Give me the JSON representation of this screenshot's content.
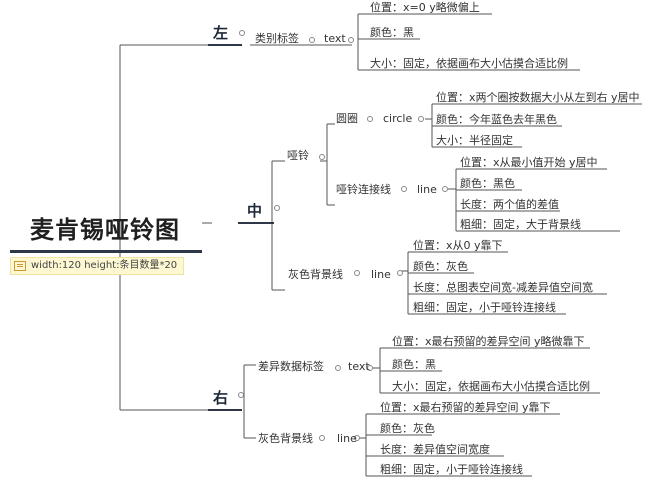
{
  "root": {
    "title": "麦肯锡哑铃图",
    "note": "width:120 height:条目数量*20",
    "note_icon": "note-icon"
  },
  "left": {
    "title": "左",
    "label": "类别标签",
    "type": "text",
    "props": [
      "位置：x=0 y略微偏上",
      "颜色：黑",
      "大小：固定，依据画布大小估摸合适比例"
    ]
  },
  "middle": {
    "title": "中",
    "dumbbell": {
      "label": "哑铃",
      "circle": {
        "label": "圆圈",
        "type": "circle",
        "props": [
          "位置：x两个圈按数据大小从左到右 y居中",
          "颜色：今年蓝色去年黑色",
          "大小：半径固定"
        ]
      },
      "line": {
        "label": "哑铃连接线",
        "type": "line",
        "props": [
          "位置：x从最小值开始 y居中",
          "颜色：黑色",
          "长度：两个值的差值",
          "粗细：固定，大于背景线"
        ]
      }
    },
    "bg": {
      "label": "灰色背景线",
      "type": "line",
      "props": [
        "位置：x从0 y靠下",
        "颜色：灰色",
        "长度：总图表空间宽-减差异值空间宽",
        "粗细：固定，小于哑铃连接线"
      ]
    }
  },
  "right": {
    "title": "右",
    "label_node": {
      "label": "差异数据标签",
      "type": "text",
      "props": [
        "位置：x最右预留的差异空间 y略微靠下",
        "颜色：黑",
        "大小：固定，依据画布大小估摸合适比例"
      ]
    },
    "bg": {
      "label": "灰色背景线",
      "type": "line",
      "props": [
        "位置：x最右预留的差异空间 y靠下",
        "颜色：灰色",
        "长度：差异值空间宽度",
        "粗细：固定，小于哑铃连接线"
      ]
    }
  }
}
